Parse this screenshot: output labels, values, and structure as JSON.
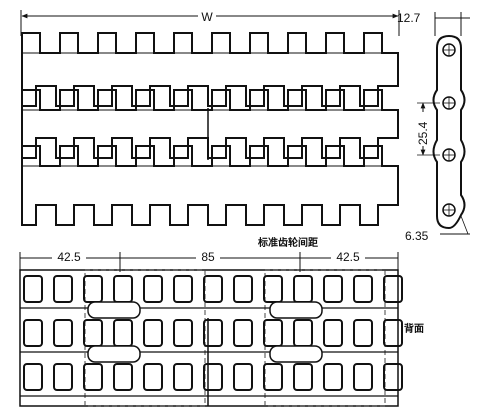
{
  "top_view": {
    "width_label": "W",
    "pitch_label": "12.7"
  },
  "side_view": {
    "pitch_label": "25.4",
    "hole_label": "6.35"
  },
  "bottom_view": {
    "left_label": "42.5",
    "center_label": "85",
    "right_label": "42.5",
    "sprocket_title": "标准齿轮间距",
    "back_label": "背面"
  }
}
